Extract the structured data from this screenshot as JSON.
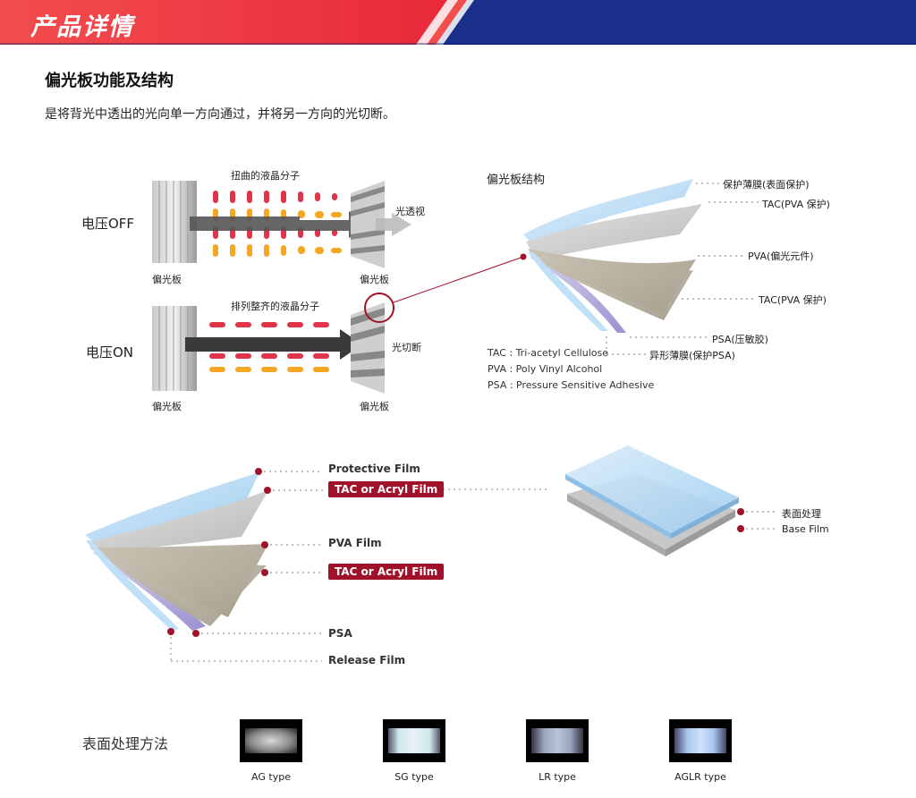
{
  "header": {
    "title": "产品详情"
  },
  "section": {
    "title": "偏光板功能及结构",
    "description": "是将背光中透出的光向单一方向通过，并将另一方向的光切断。"
  },
  "diagram_on_off": {
    "off_label": "电压OFF",
    "on_label": "电压ON",
    "twisted_label": "扭曲的液晶分子",
    "aligned_label": "排列整齐的液晶分子",
    "light_pass": "光透视",
    "light_block": "光切断",
    "polarizer": "偏光板"
  },
  "structure_cn": {
    "title": "偏光板结构",
    "layers": [
      "保护薄膜(表面保护)",
      "TAC(PVA 保护)",
      "PVA(偏光元件)",
      "TAC(PVA 保护)",
      "PSA(压敏胶)",
      "异形薄膜(保护PSA)"
    ],
    "legend": [
      "TAC : Tri-acetyl Cellulose",
      "PVA : Poly Vinyl Alcohol",
      "PSA : Pressure Sensitive Adhesive"
    ]
  },
  "structure_en": {
    "layers": [
      "Protective Film",
      "TAC or Acryl Film",
      "PVA Film",
      "TAC or Acryl Film",
      "PSA",
      "Release Film"
    ]
  },
  "surface_layers": [
    "表面处理",
    "Base Film"
  ],
  "surface_treatment": {
    "title": "表面处理方法",
    "types": [
      "AG type",
      "SG type",
      "LR type",
      "AGLR type"
    ]
  },
  "colors": {
    "header_red": "#f04a4a",
    "header_blue": "#1a2f8a",
    "accent": "#a0122a"
  }
}
